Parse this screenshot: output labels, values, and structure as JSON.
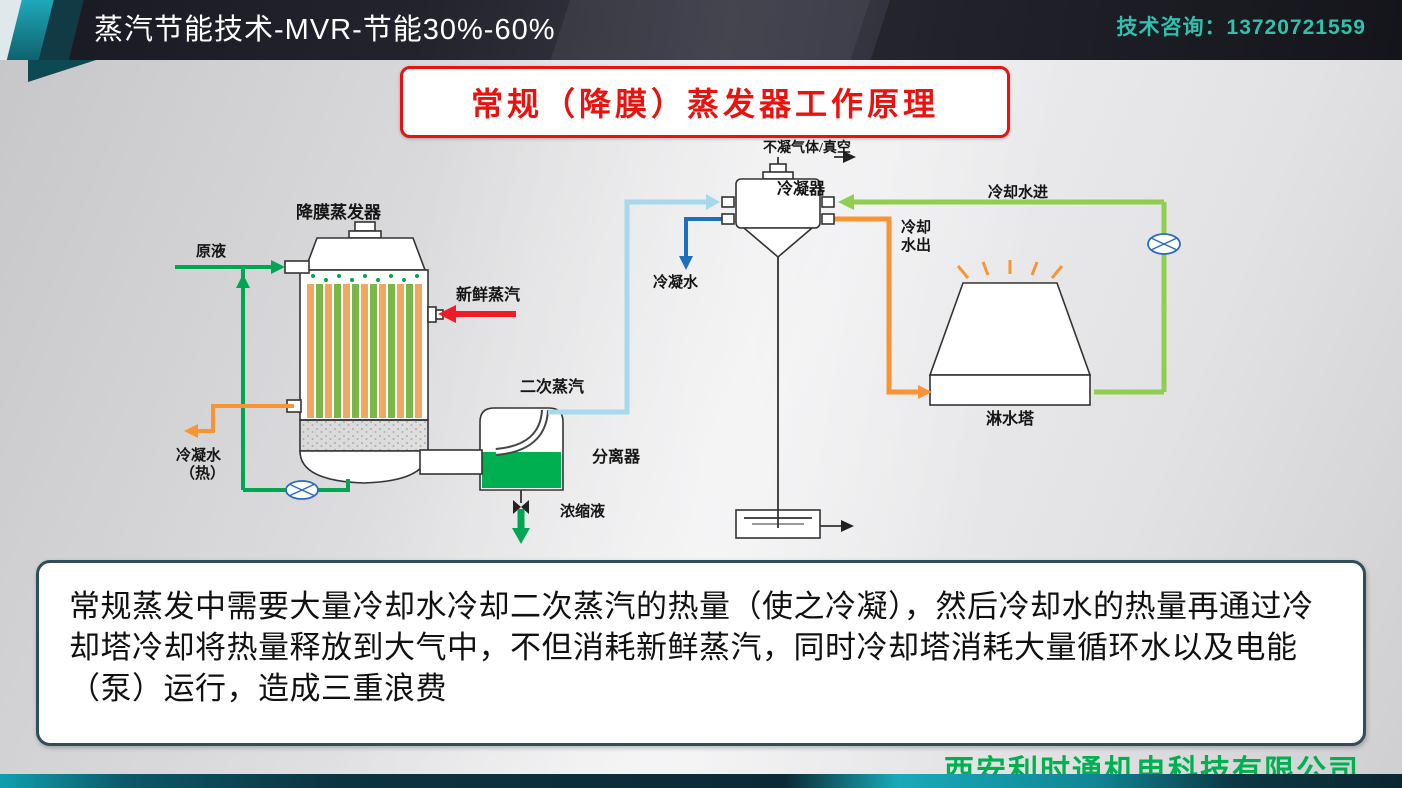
{
  "header": {
    "title": "蒸汽节能技术-MVR-节能30%-60%",
    "contact": "技术咨询：13720721559"
  },
  "slide": {
    "diagram_title": "常规（降膜）蒸发器工作原理",
    "body_text": "常规蒸发中需要大量冷却水冷却二次蒸汽的热量（使之冷凝），然后冷却水的热量再通过冷却塔冷却将热量释放到大气中，不但消耗新鲜蒸汽，同时冷却塔消耗大量循环水以及电能（泵）运行，造成三重浪费",
    "company": "西安利时通机电科技有限公司"
  },
  "theme": {
    "contact_teal": "#2fc1ae",
    "title_red": "#e8120f",
    "body_border": "#2f4d5a",
    "company_green": "#00b050"
  },
  "diagram": {
    "labels": {
      "evaporator": "降膜蒸发器",
      "feed": "原液",
      "fresh_steam": "新鲜蒸汽",
      "condensate_hot_1": "冷凝水",
      "condensate_hot_2": "（热）",
      "secondary_steam": "二次蒸汽",
      "separator": "分离器",
      "concentrate": "浓缩液",
      "condenser": "冷凝器",
      "vacuum": "不凝气体/真空",
      "condensate": "冷凝水",
      "cooling_in": "冷却水进",
      "cooling_out_1": "冷却",
      "cooling_out_2": "水出",
      "tower": "淋水塔"
    },
    "colors": {
      "feed_green": "#00a651",
      "steam_red": "#ee1c25",
      "hot_orange": "#f79433",
      "vapor_cyan": "#a6d9ec",
      "condensate_blue": "#1f6fc0",
      "cooling_green": "#8fce4e",
      "stripe_orange": "#f0a860",
      "stripe_green": "#7ab648",
      "liquid_green": "#00b050"
    }
  }
}
